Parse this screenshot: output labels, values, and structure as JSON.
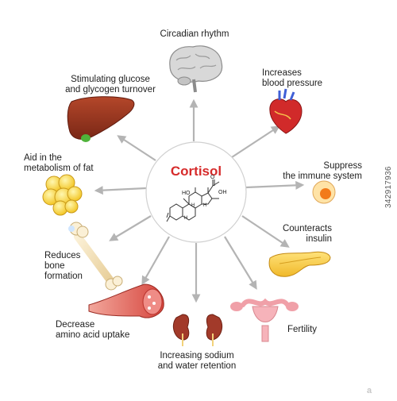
{
  "center": {
    "title": "Cortisol",
    "label_oh1": "HO",
    "label_oh2": "OH",
    "label_o": "O",
    "label_h1": "H",
    "label_h2": "H",
    "label_h3": "H"
  },
  "effects": [
    {
      "id": "circadian",
      "text": "Circadian rhythm",
      "icon": "brain-icon"
    },
    {
      "id": "blood-pressure",
      "text": "Increases\nblood pressure",
      "icon": "heart-icon"
    },
    {
      "id": "immune",
      "text": "Suppress\nthe immune system",
      "icon": "immune-cell-icon"
    },
    {
      "id": "insulin",
      "text": "Counteracts\ninsulin",
      "icon": "pancreas-icon"
    },
    {
      "id": "fertility",
      "text": "Fertility",
      "icon": "uterus-icon"
    },
    {
      "id": "sodium",
      "text": "Increasing sodium\nand water retention",
      "icon": "kidneys-icon"
    },
    {
      "id": "amino",
      "text": "Decrease\namino acid uptake",
      "icon": "muscle-icon"
    },
    {
      "id": "bone",
      "text": "Reduces\nbone\nformation",
      "icon": "bone-icon"
    },
    {
      "id": "fat",
      "text": "Aid in the\nmetabolism of fat",
      "icon": "fat-cells-icon"
    },
    {
      "id": "glucose",
      "text": "Stimulating glucose\nand glycogen turnover",
      "icon": "liver-icon"
    }
  ],
  "stock_id": "342917936",
  "watermark_letter": "a",
  "colors": {
    "title": "#d62b2b",
    "arrow": "#b4b4b4",
    "circle_stroke": "#d0d0d0"
  }
}
